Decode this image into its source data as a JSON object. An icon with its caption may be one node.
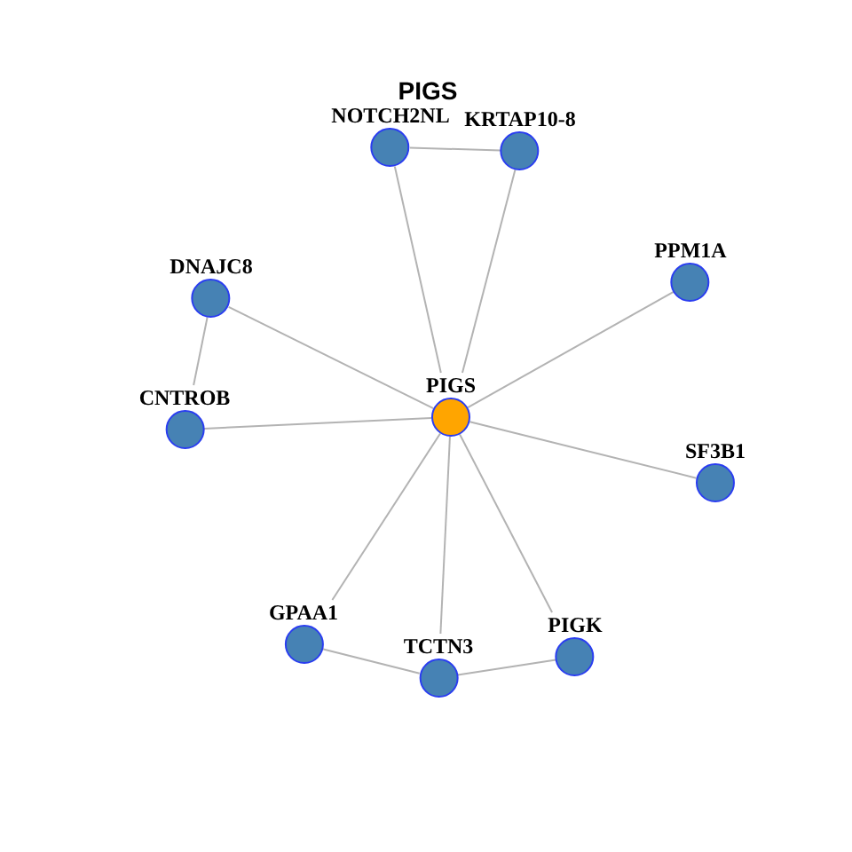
{
  "diagram": {
    "title": "PIGS",
    "nodes": [
      {
        "text": [
          "NOTCH2NL"
        ]
      },
      {
        "text": [
          "KRTAP10-8"
        ]
      },
      {
        "text": [
          "PPM1A"
        ]
      },
      {
        "text": [
          "DNAJC8"
        ]
      },
      {
        "text": [
          "PIGS"
        ]
      },
      {
        "text": [
          "CNTROB"
        ]
      },
      {
        "text": [
          "SF3B1"
        ]
      },
      {
        "text": [
          "GPAA1"
        ]
      },
      {
        "text": [
          "PIGK"
        ]
      },
      {
        "text": [
          "TCTN3"
        ]
      }
    ],
    "edges": [
      {
        "from": 0,
        "to": 1,
        "arrow": "none"
      },
      {
        "from": 0,
        "to": 4,
        "arrow": "none"
      },
      {
        "from": 1,
        "to": 4,
        "arrow": "none"
      },
      {
        "from": 2,
        "to": 4,
        "arrow": "none"
      },
      {
        "from": 3,
        "to": 4,
        "arrow": "none"
      },
      {
        "from": 3,
        "to": 5,
        "arrow": "none"
      },
      {
        "from": 4,
        "to": 5,
        "arrow": "none"
      },
      {
        "from": 4,
        "to": 6,
        "arrow": "none"
      },
      {
        "from": 4,
        "to": 7,
        "arrow": "none"
      },
      {
        "from": 4,
        "to": 9,
        "arrow": "none"
      },
      {
        "from": 4,
        "to": 8,
        "arrow": "none"
      },
      {
        "from": 7,
        "to": 9,
        "arrow": "none"
      },
      {
        "from": 9,
        "to": 8,
        "arrow": "none"
      }
    ]
  }
}
